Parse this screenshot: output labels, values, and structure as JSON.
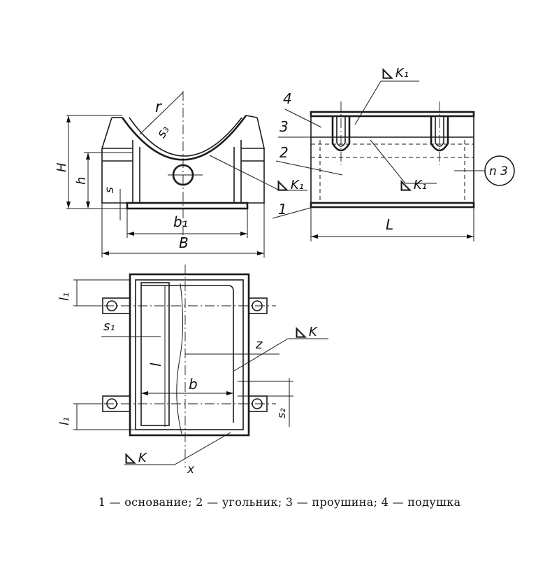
{
  "labels": {
    "r": "r",
    "s3": "s₃",
    "H": "H",
    "h": "h",
    "s": "s",
    "b1": "b₁",
    "B": "B",
    "K1_front": "K₁",
    "K1_top": "K₁",
    "K1_side": "K₁",
    "L": "L",
    "n3": "n 3",
    "l1_top": "l₁",
    "l1_bottom": "l₁",
    "s1": "s₁",
    "l": "l",
    "b": "b",
    "z": "z",
    "x": "x",
    "K_right": "K",
    "K_left": "K",
    "s2": "s₂"
  },
  "parts": {
    "p1": "1",
    "p2": "2",
    "p3": "3",
    "p4": "4"
  },
  "caption": "1 — основание;  2 — угольник;  3 — проушина;  4 — подушка"
}
